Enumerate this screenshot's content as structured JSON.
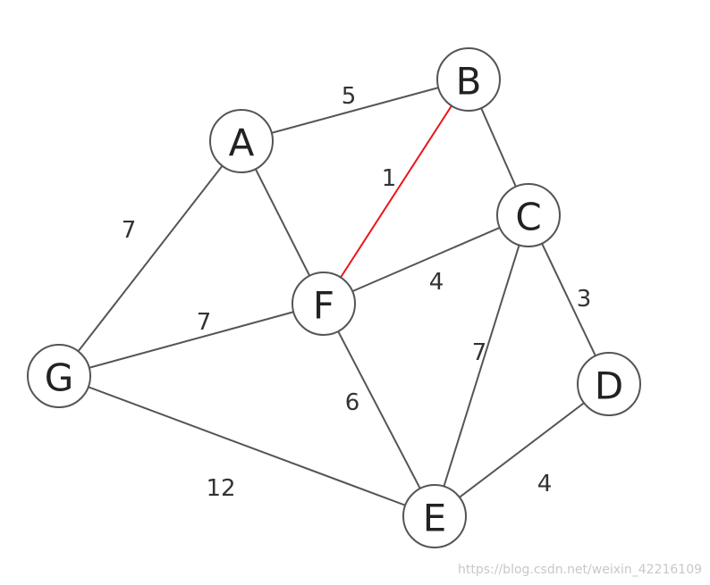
{
  "graph": {
    "highlight_color": "#e8161b",
    "edge_color": "#555555",
    "nodes": [
      {
        "id": "A",
        "label": "A"
      },
      {
        "id": "B",
        "label": "B"
      },
      {
        "id": "C",
        "label": "C"
      },
      {
        "id": "D",
        "label": "D"
      },
      {
        "id": "E",
        "label": "E"
      },
      {
        "id": "F",
        "label": "F"
      },
      {
        "id": "G",
        "label": "G"
      }
    ],
    "edges": [
      {
        "from": "A",
        "to": "B",
        "weight": "5",
        "highlight": false
      },
      {
        "from": "B",
        "to": "F",
        "weight": "1",
        "highlight": true
      },
      {
        "from": "B",
        "to": "C",
        "weight": "",
        "highlight": false
      },
      {
        "from": "A",
        "to": "F",
        "weight": "",
        "highlight": false
      },
      {
        "from": "A",
        "to": "G",
        "weight": "7",
        "highlight": false
      },
      {
        "from": "F",
        "to": "C",
        "weight": "4",
        "highlight": false
      },
      {
        "from": "C",
        "to": "D",
        "weight": "3",
        "highlight": false
      },
      {
        "from": "G",
        "to": "F",
        "weight": "7",
        "highlight": false
      },
      {
        "from": "C",
        "to": "E",
        "weight": "7",
        "highlight": false
      },
      {
        "from": "F",
        "to": "E",
        "weight": "6",
        "highlight": false
      },
      {
        "from": "G",
        "to": "E",
        "weight": "12",
        "highlight": false
      },
      {
        "from": "D",
        "to": "E",
        "weight": "4",
        "highlight": false
      }
    ]
  },
  "watermark": "https://blog.csdn.net/weixin_42216109"
}
